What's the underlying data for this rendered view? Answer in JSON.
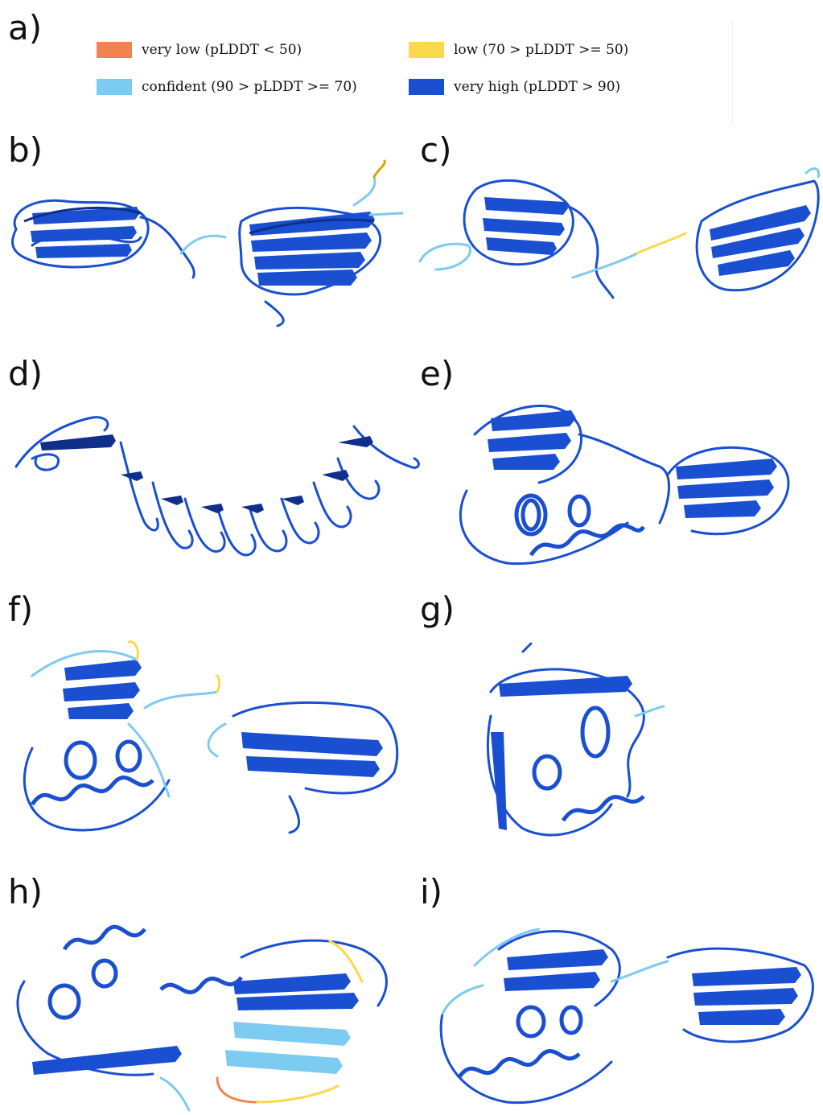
{
  "panels": {
    "a": "a)",
    "b": "b)",
    "c": "c)",
    "d": "d)",
    "e": "e)",
    "f": "f)",
    "g": "g)",
    "h": "h)",
    "i": "i)"
  },
  "legend": [
    {
      "label": "very low (pLDDT < 50)",
      "color": "#f0834f"
    },
    {
      "label": "low (70 > pLDDT >= 50)",
      "color": "#fcd94a"
    },
    {
      "label": "confident (90 > pLDDT >= 70)",
      "color": "#7ccbf0"
    },
    {
      "label": "very high (pLDDT > 90)",
      "color": "#1a4fd1"
    }
  ],
  "colors": {
    "very_high": "#1a4fd1",
    "very_high_dark": "#0f2f8a",
    "confident": "#7ccbf0",
    "low": "#fcd94a",
    "very_low": "#f0834f"
  }
}
